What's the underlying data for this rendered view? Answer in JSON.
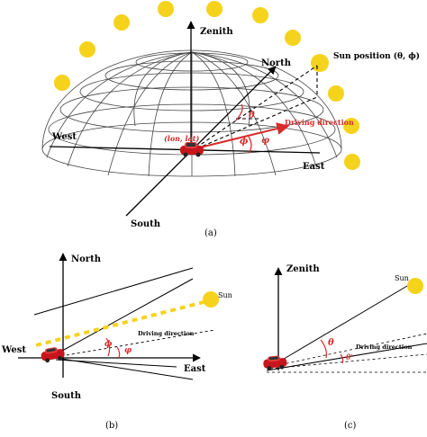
{
  "colors": {
    "sun": "#f5d31c",
    "accent_red": "#d92b2b",
    "car_red": "#c8151b",
    "grid": "#444444",
    "ink": "#000000"
  },
  "panel_a": {
    "caption": "(a)",
    "zenith_label": "Zenith",
    "north_label": "North",
    "west_label": "West",
    "east_label": "East",
    "south_label": "South",
    "sun_position_label": "Sun position (θ, ϕ)",
    "driving_direction_label": "Driving direction",
    "lon_lat_label": "(lon, lat)",
    "theta_symbol": "θ",
    "phi_symbol": "ϕ",
    "phi_prime_symbol": "φ"
  },
  "panel_b": {
    "caption": "(b)",
    "north_label": "North",
    "west_label": "West",
    "east_label": "East",
    "south_label": "South",
    "sun_label": "Sun",
    "driving_direction_label": "Driving direction",
    "phi_symbol": "ϕ",
    "phi_prime_symbol": "φ"
  },
  "panel_c": {
    "caption": "(c)",
    "zenith_label": "Zenith",
    "sun_label": "Sun",
    "driving_direction_label": "Driving direction",
    "theta_symbol": "θ",
    "theta_prime_symbol": "θ'"
  }
}
